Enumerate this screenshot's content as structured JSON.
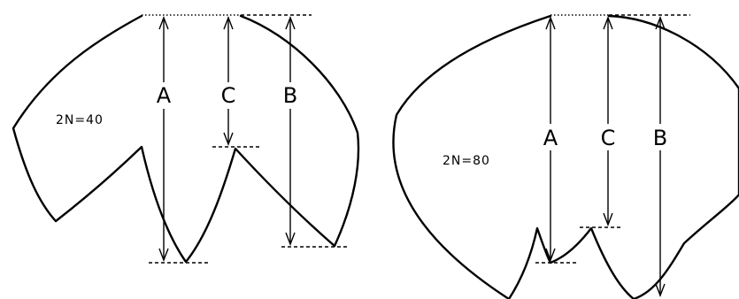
{
  "figures": [
    {
      "ploidy_label": "2N=40",
      "measure_labels": {
        "a": "A",
        "c": "C",
        "b": "B"
      }
    },
    {
      "ploidy_label": "2N=80",
      "measure_labels": {
        "a": "A",
        "c": "C",
        "b": "B"
      }
    }
  ]
}
